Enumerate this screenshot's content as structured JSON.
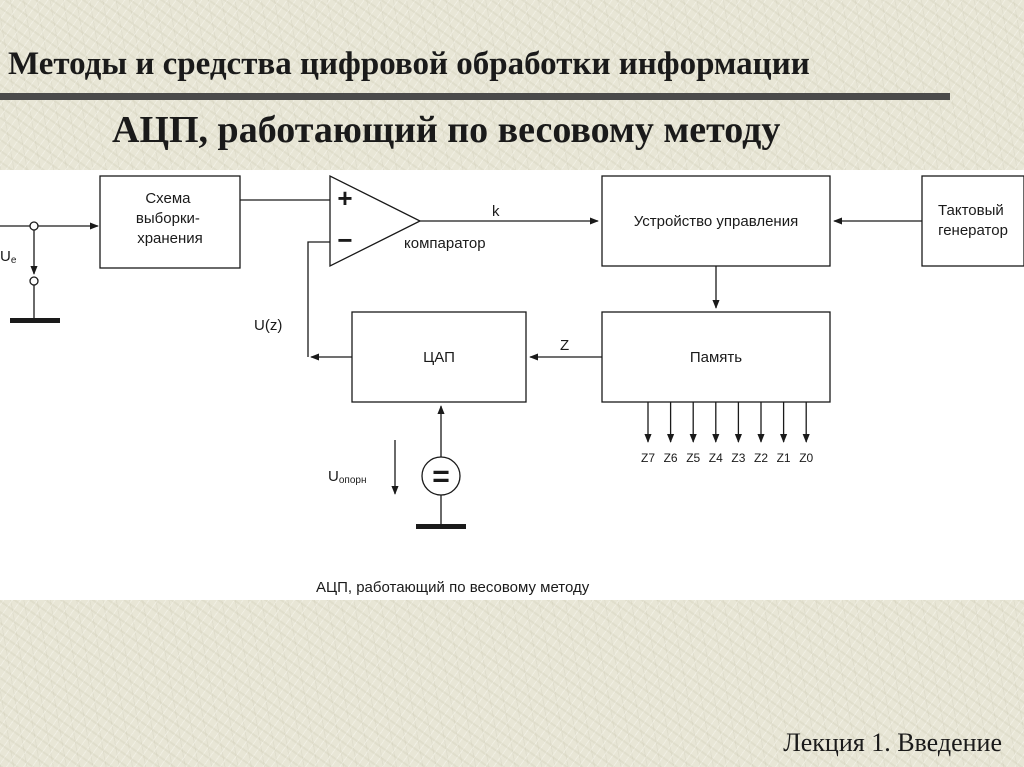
{
  "slide": {
    "title": "Методы и средства цифровой обработки информации",
    "subtitle": "АЦП, работающий по весовому методу",
    "footer": "Лекция 1. Введение"
  },
  "diagram": {
    "blocks": {
      "sample_hold": [
        "Схема",
        "выборки-",
        "хранения"
      ],
      "comparator_plus": "+",
      "comparator_minus": "−",
      "comparator_label": "компаратор",
      "control_unit": "Устройство управления",
      "clock": [
        "Тактовый",
        "генератор"
      ],
      "dac": "ЦАП",
      "memory": "Память",
      "reference_symbol": "="
    },
    "signals": {
      "input_u": "U",
      "input_sub": "e",
      "k": "k",
      "uz": "U(z)",
      "z": "Z",
      "uref_u": "U",
      "uref_sub": "опорн"
    },
    "outputs": [
      "Z7",
      "Z6",
      "Z5",
      "Z4",
      "Z3",
      "Z2",
      "Z1",
      "Z0"
    ],
    "caption": "АЦП, работающий по весовому методу"
  }
}
